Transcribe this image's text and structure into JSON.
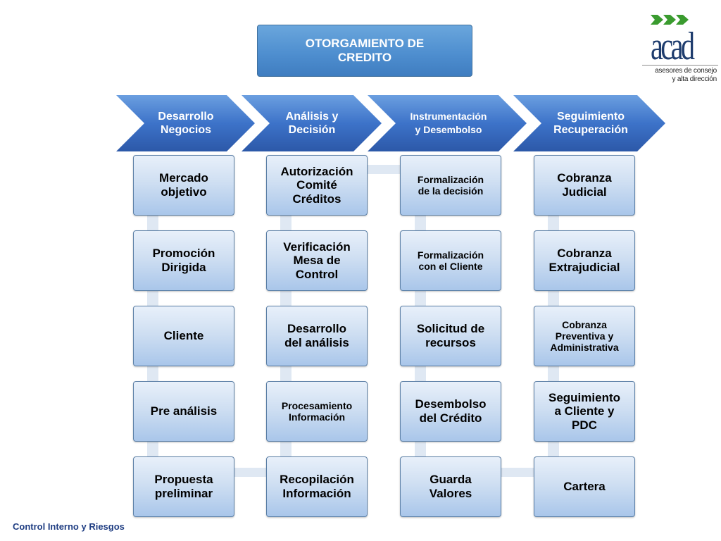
{
  "title": "OTORGAMIENTO DE\nCREDITO",
  "phases": [
    {
      "label": "Desarrollo\nNegocios"
    },
    {
      "label": "Análisis y\nDecisión"
    },
    {
      "label": "Instrumentación\ny Desembolso"
    },
    {
      "label": "Seguimiento\nRecuperación"
    }
  ],
  "columns": [
    [
      "Mercado\nobjetivo",
      "Promoción\nDirigida",
      "Cliente",
      "Pre análisis",
      "Propuesta\npreliminar"
    ],
    [
      "Autorización\nComité\nCréditos",
      "Verificación\nMesa de\nControl",
      "Desarrollo\ndel análisis",
      "Procesamiento\nInformación",
      "Recopilación\nInformación"
    ],
    [
      "Formalización\nde la decisión",
      "Formalización\ncon el Cliente",
      "Solicitud de\nrecursos",
      "Desembolso\ndel Crédito",
      "Guarda\nValores"
    ],
    [
      "Cobranza\nJudicial",
      "Cobranza\nExtrajudicial",
      "Cobranza\nPreventiva y\nAdministrativa",
      "Seguimiento\na Cliente y\nPDC",
      "Cartera"
    ]
  ],
  "logo": {
    "word": "acad",
    "tagline": "asesores de consejo\ny alta dirección",
    "colors": {
      "arrows": "#3a9b2f",
      "word": "#1f3d6e"
    }
  },
  "footer": "Control Interno y Riesgos",
  "colors": {
    "chevron": "#3d73c9",
    "node_border": "#5b7fa6",
    "connector": "#dfe8f3",
    "footer": "#1f3d82"
  }
}
